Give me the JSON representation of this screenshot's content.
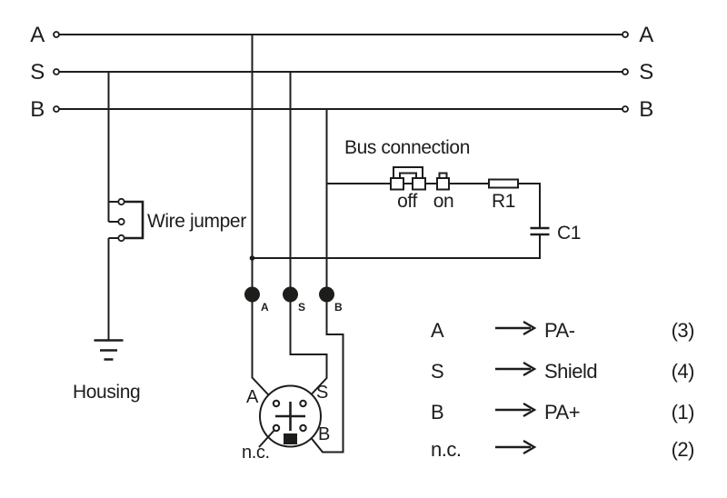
{
  "colors": {
    "ink": "#1d1d1b",
    "background": "#ffffff"
  },
  "bus": {
    "left_labels": [
      "A",
      "S",
      "B"
    ],
    "right_labels": [
      "A",
      "S",
      "B"
    ]
  },
  "left_branch": {
    "wire_jumper_label": "Wire jumper",
    "housing_label": "Housing"
  },
  "bus_connection": {
    "title": "Bus connection",
    "off_label": "off",
    "on_label": "on",
    "resistor_label": "R1",
    "capacitor_label": "C1"
  },
  "cable_terminals": {
    "labels": [
      "A",
      "S",
      "B"
    ]
  },
  "connector": {
    "pin_top_left": "A",
    "pin_top_right": "S",
    "pin_bottom_right": "B",
    "pin_bottom_left": "n.c."
  },
  "legend": {
    "rows": [
      {
        "signal": "A",
        "meaning": "PA-",
        "pin": "(3)"
      },
      {
        "signal": "S",
        "meaning": "Shield",
        "pin": "(4)"
      },
      {
        "signal": "B",
        "meaning": "PA+",
        "pin": "(1)"
      },
      {
        "signal": "n.c.",
        "meaning": "",
        "pin": "(2)"
      }
    ]
  }
}
